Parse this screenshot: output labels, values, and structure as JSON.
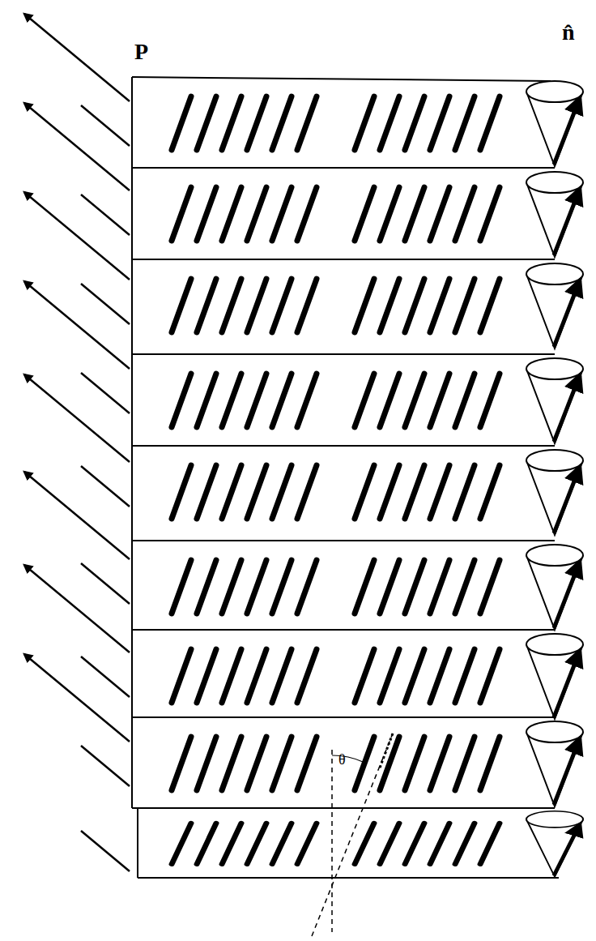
{
  "diagram": {
    "labels": [
      "P",
      "n̂",
      "θ"
    ]
  }
}
